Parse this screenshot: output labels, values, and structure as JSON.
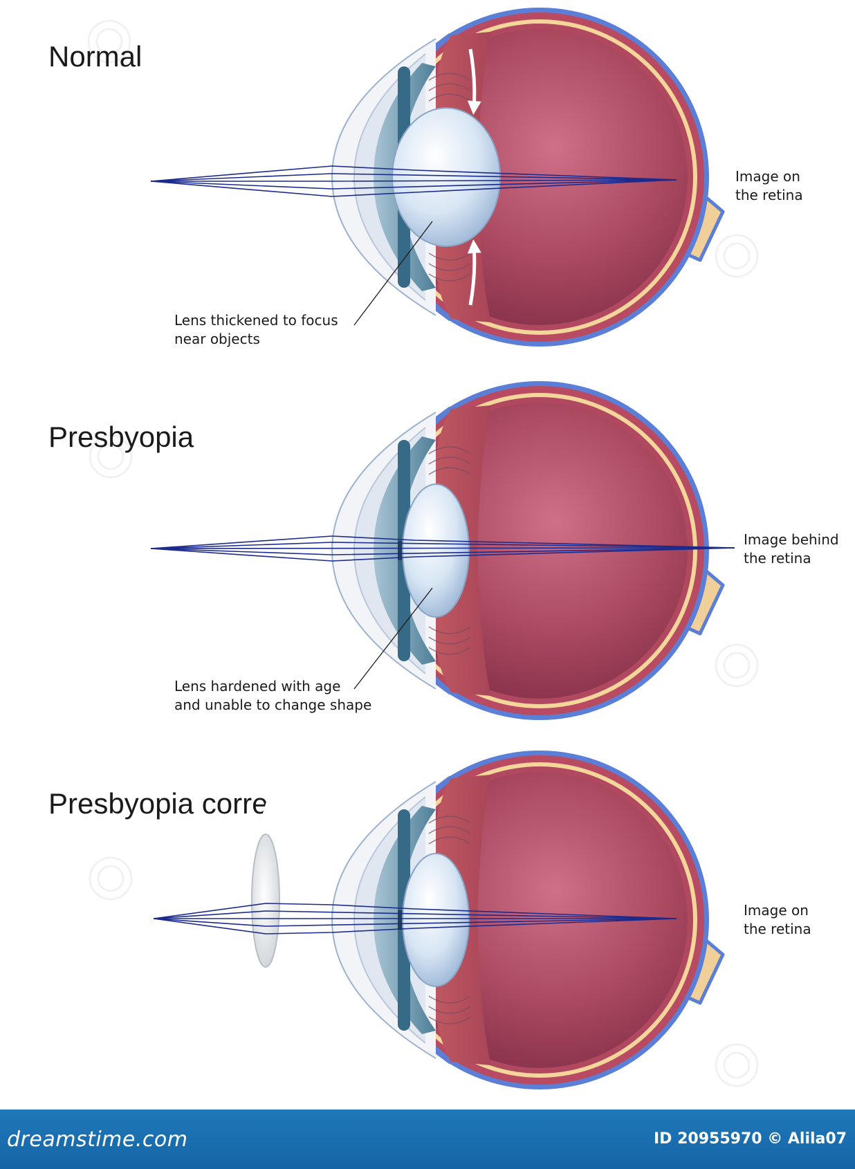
{
  "panels": [
    {
      "title": "Normal",
      "notes": [
        "Lens thickened to focus",
        "near objects"
      ],
      "result": [
        "Image on",
        "the retina"
      ]
    },
    {
      "title": "Presbyopia",
      "notes": [
        "Lens hardened with age",
        "and unable to change shape"
      ],
      "result": [
        "Image behind",
        "the retina"
      ]
    },
    {
      "title": "Presbyopia corrected",
      "notes": [],
      "result": [
        "Image on",
        "the retina"
      ]
    }
  ],
  "watermark": "dreamstime",
  "footer": {
    "brand": "dreamstime.com",
    "image_id": "ID 20955970 © Alila07"
  },
  "colors": {
    "sclera": "#5b7fd6",
    "vitreous": "#a8465e",
    "retina_band": "#f4d59a",
    "optic_nerve": "#f1cf98",
    "ray": "#1c2a8c",
    "footer": "#1b70b0"
  }
}
